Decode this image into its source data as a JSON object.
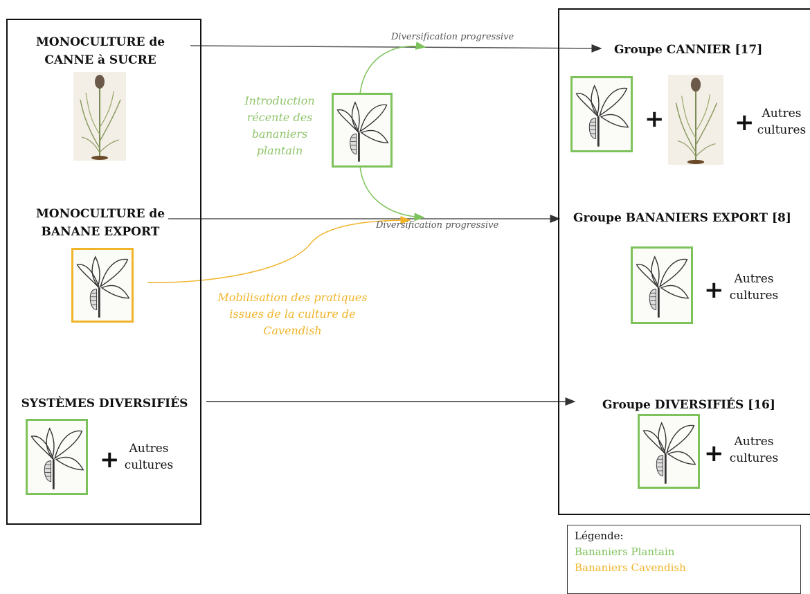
{
  "left": {
    "canne": "MONOCULTURE de CANNE à SUCRE",
    "banane": "MONOCULTURE de BANANE EXPORT",
    "diversifies": "SYSTÈMES DIVERSIFIÉS",
    "autres": "Autres cultures"
  },
  "middle": {
    "introduction": "Introduction récente des bananiers plantain",
    "mobilisation": "Mobilisation des pratiques issues de la culture de Cavendish",
    "diversification_top": "Diversification progressive",
    "diversification_mid": "Diversification progressive"
  },
  "right": {
    "cannier": "Groupe CANNIER [17]",
    "bananiers": "Groupe BANANIERS EXPORT [8]",
    "diversifies": "Groupe DIVERSIFIÉS [16]",
    "autres": "Autres cultures",
    "plus": "+"
  },
  "legend": {
    "title": "Légende:",
    "plantain": "Bananiers Plantain",
    "cavendish": "Bananiers Cavendish"
  },
  "colors": {
    "plantain": "#7dc25a",
    "cavendish": "#f0b429",
    "arrow": "#444444"
  },
  "icons": [
    "banana-plant-icon",
    "sugarcane-plant-icon"
  ]
}
